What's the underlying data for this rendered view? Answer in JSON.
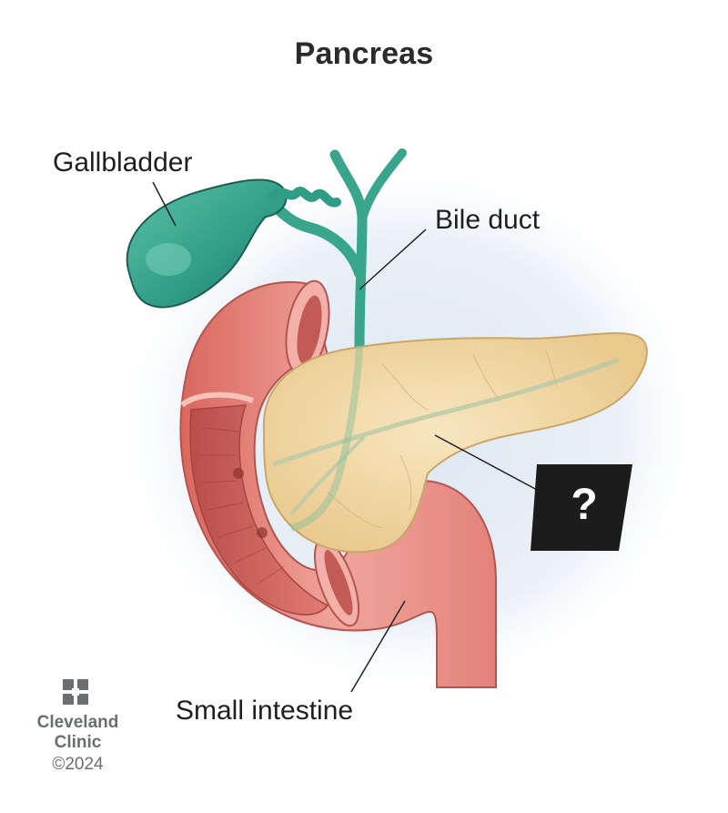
{
  "title": "Pancreas",
  "labels": {
    "gallbladder": "Gallbladder",
    "bile_duct": "Bile duct",
    "small_intestine": "Small intestine",
    "pancreas_hidden": "?"
  },
  "logo": {
    "line1": "Cleveland",
    "line2": "Clinic",
    "copyright": "©2024"
  },
  "colors": {
    "gallbladder": "#2f9c86",
    "pancreas": "#f1d9a8",
    "intestine": "#e48a84",
    "label_box": "#1c1c1c",
    "logo": "#6b6e70"
  }
}
